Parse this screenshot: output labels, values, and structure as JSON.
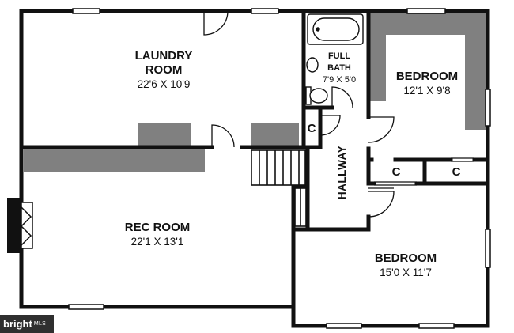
{
  "rooms": {
    "laundry": {
      "name_line1": "LAUNDRY",
      "name_line2": "ROOM",
      "dims": "22'6 X 10'9"
    },
    "full_bath": {
      "name_line1": "FULL",
      "name_line2": "BATH",
      "dims": "7'9 X 5'0"
    },
    "bedroom_1": {
      "name": "BEDROOM",
      "dims": "12'1 X 9'8"
    },
    "rec_room": {
      "name": "REC ROOM",
      "dims": "22'1 X 13'1"
    },
    "bedroom_2": {
      "name": "BEDROOM",
      "dims": "15'0 X 11'7"
    },
    "hallway": {
      "name": "HALLWAY"
    }
  },
  "closets": {
    "label": "C"
  },
  "watermark": {
    "brand": "bright",
    "suffix": "MLS"
  },
  "colors": {
    "wall": "#111111",
    "cabinet": "#808080",
    "fixture": "#444444"
  }
}
